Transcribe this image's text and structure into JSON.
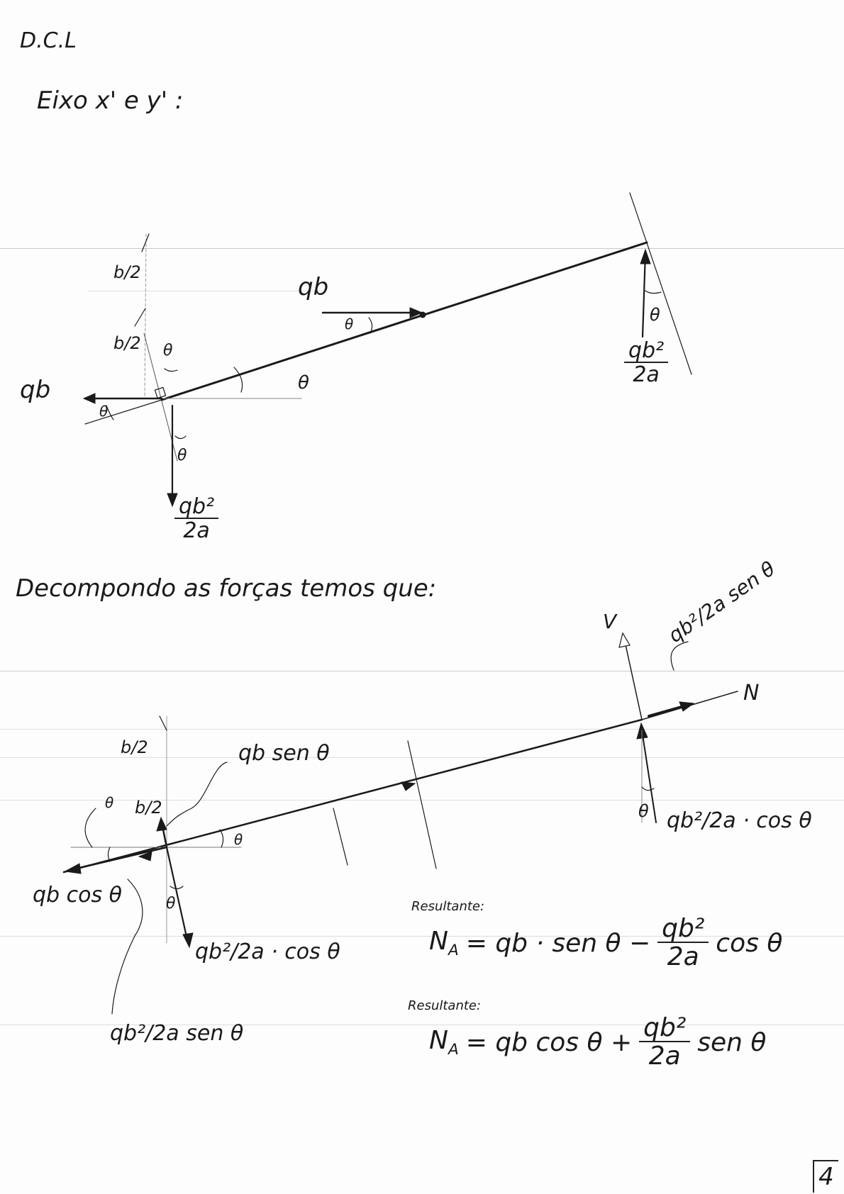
{
  "header": {
    "title": "D.C.L",
    "subtitle": "Eixo x' e y' :"
  },
  "diagram1": {
    "labels": {
      "b_half_top": "b/2",
      "b_half_mid": "b/2",
      "qb_right": "qb",
      "qb_left": "qb",
      "theta_near_arrow": "θ",
      "theta_bar": "θ",
      "theta_upper_wedge": "θ",
      "theta_left_wedge": "θ",
      "theta_lower_wedge": "θ",
      "theta_right_wedge": "θ",
      "load_bottom_num": "qb²",
      "load_bottom_den": "2a",
      "load_right_num": "qb²",
      "load_right_den": "2a"
    }
  },
  "section_heading": "Decompondo as forças temos que:",
  "diagram2": {
    "labels": {
      "axis_v": "V",
      "axis_n": "N",
      "top_right_component": "qb²/2a sen θ",
      "right_component": "qb²/2a · cos θ",
      "b_half_top": "b/2",
      "b_half_mid": "b/2",
      "theta_left": "θ",
      "theta_bar": "θ",
      "theta_lower": "θ",
      "theta_right": "θ",
      "qb_sen": "qb sen θ",
      "qb_cos": "qb cos θ",
      "lower_cos_component": "qb²/2a · cos θ",
      "lower_sen_component": "qb²/2a sen θ"
    }
  },
  "results": [
    {
      "label": "Resultante:",
      "lhs": "N",
      "lhs_sub": "A",
      "term1": "= qb · sen θ −",
      "frac_num": "qb²",
      "frac_den": "2a",
      "term2": "cos θ"
    },
    {
      "label": "Resultante:",
      "lhs": "N",
      "lhs_sub": "A",
      "term1": "= qb cos θ +",
      "frac_num": "qb²",
      "frac_den": "2a",
      "term2": "sen θ"
    }
  ],
  "page_number": "4"
}
